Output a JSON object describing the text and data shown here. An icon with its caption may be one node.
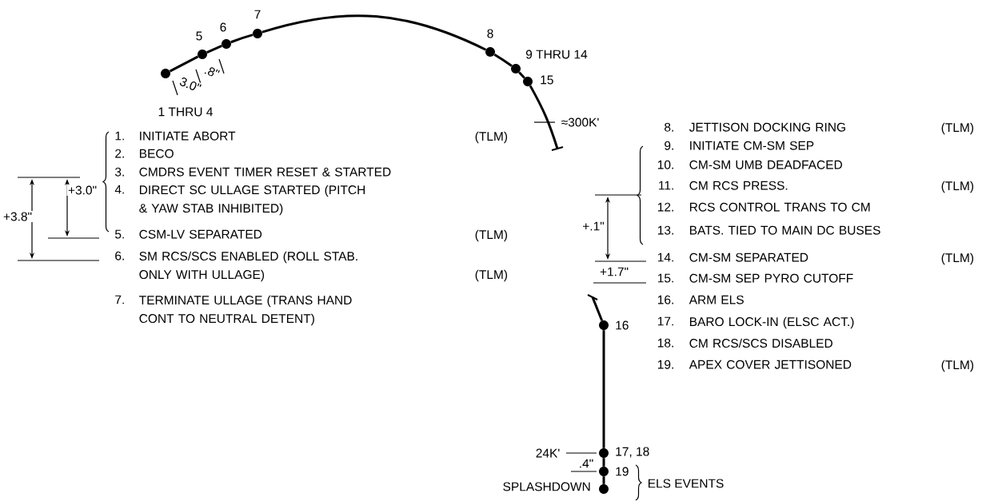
{
  "diagram": {
    "nodes": [
      {
        "text": [],
        "shape": "circle",
        "beside": [
          "1 THRU 4"
        ]
      },
      {
        "text": [],
        "shape": "circle",
        "beside": [
          "5"
        ]
      },
      {
        "text": [],
        "shape": "circle",
        "beside": [
          "6"
        ]
      },
      {
        "text": [],
        "shape": "circle",
        "beside": [
          "7"
        ]
      },
      {
        "text": [],
        "shape": "circle",
        "beside": [
          "8"
        ]
      },
      {
        "text": [],
        "shape": "circle",
        "beside": [
          "9 THRU 14"
        ]
      },
      {
        "text": [],
        "shape": "circle",
        "beside": [
          "15"
        ]
      },
      {
        "text": [],
        "shape": "circle",
        "beside": [
          "16"
        ]
      },
      {
        "text": [],
        "shape": "circle",
        "beside": [
          "17, 18"
        ]
      },
      {
        "text": [],
        "shape": "circle",
        "beside": [
          "19"
        ]
      },
      {
        "text": [],
        "shape": "circle",
        "beside": [
          "SPLASHDOWN"
        ]
      }
    ],
    "edges": [
      {
        "from": 0,
        "to": 1,
        "arrow": "none"
      },
      {
        "from": 1,
        "to": 2,
        "arrow": "none"
      },
      {
        "from": 2,
        "to": 3,
        "arrow": "none"
      },
      {
        "from": 3,
        "to": 4,
        "arrow": "none"
      },
      {
        "from": 4,
        "to": 5,
        "arrow": "none"
      },
      {
        "from": 5,
        "to": 6,
        "arrow": "none"
      },
      {
        "from": 6,
        "to": null,
        "arrow": "none"
      },
      {
        "from": null,
        "to": 7,
        "arrow": "none"
      },
      {
        "from": 7,
        "to": 8,
        "arrow": "none"
      },
      {
        "from": 8,
        "to": 9,
        "arrow": "none"
      },
      {
        "from": 9,
        "to": 10,
        "arrow": "none"
      }
    ],
    "labels": [
      "+3.8\"",
      "+3.0\"",
      "3.0\"",
      ".8\"",
      "≈300K'",
      "+.1\"",
      "+1.7\"",
      "24K'",
      ".4\"",
      "ELS EVENTS",
      "1.",
      "INITIATE ABORT",
      "(TLM)",
      "2.",
      "BECO",
      "3.",
      "CMDRS EVENT TIMER RESET & STARTED",
      "4.",
      "DIRECT SC ULLAGE STARTED (PITCH & YAW STAB INHIBITED)",
      "5.",
      "CSM-LV SEPARATED",
      "(TLM)",
      "6.",
      "SM RCS/SCS ENABLED (ROLL STAB. ONLY WITH ULLAGE)",
      "(TLM)",
      "7.",
      "TERMINATE ULLAGE (TRANS HAND CONT TO NEUTRAL DETENT)",
      "8.",
      "JETTISON DOCKING RING",
      "(TLM)",
      "9.",
      "INITIATE CM-SM SEP",
      "10.",
      "CM-SM UMB DEADFACED",
      "11.",
      "CM RCS PRESS.",
      "(TLM)",
      "12.",
      "RCS CONTROL TRANS TO CM",
      "13.",
      "BATS. TIED TO MAIN DC BUSES",
      "14.",
      "CM-SM SEPARATED",
      "(TLM)",
      "15.",
      "CM-SM SEP PYRO CUTOFF",
      "16.",
      "ARM ELS",
      "17.",
      "BARO LOCK-IN (ELSC ACT.)",
      "18.",
      "CM RCS/SCS DISABLED",
      "19.",
      "APEX COVER JETTISONED",
      "(TLM)"
    ]
  }
}
